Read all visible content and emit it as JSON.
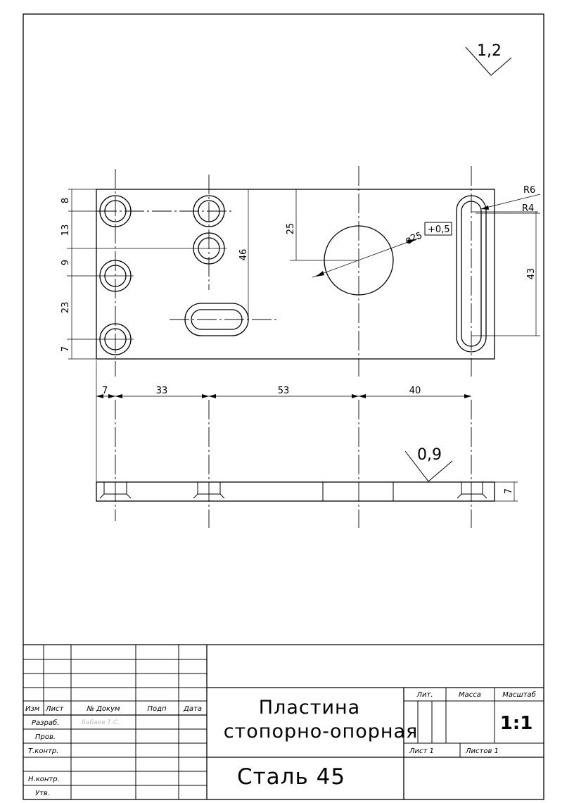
{
  "drawing": {
    "roughness_top": "1,2",
    "roughness_side": "0,9",
    "radius_outer": "R6",
    "radius_inner": "R4",
    "hole_diameter": "ø25",
    "hole_tolerance": "+0,5",
    "dims_left": [
      "8",
      "13",
      "9",
      "23",
      "7"
    ],
    "dim_25": "25",
    "dim_46": "46",
    "dim_43": "43",
    "dims_bottom": [
      "7",
      "33",
      "53",
      "40"
    ],
    "dim_thickness": "7"
  },
  "title_block": {
    "headers": {
      "izm": "Изм",
      "list": "Лист",
      "doc": "№ Докум",
      "sign": "Подп",
      "date": "Дата"
    },
    "roles": [
      "Разраб.",
      "Пров.",
      "Т.контр.",
      "",
      "Н.контр.",
      "Утв."
    ],
    "developer_name": "Бабаев Т.С.",
    "title_line1": "Пластина",
    "title_line2": "стопорно-опорная",
    "material": "Сталь 45",
    "lit_label": "Лит.",
    "mass_label": "Масса",
    "scale_label": "Масштаб",
    "scale_value": "1:1",
    "sheet_label": "Лист  1",
    "sheets_label": "Листов  1"
  }
}
